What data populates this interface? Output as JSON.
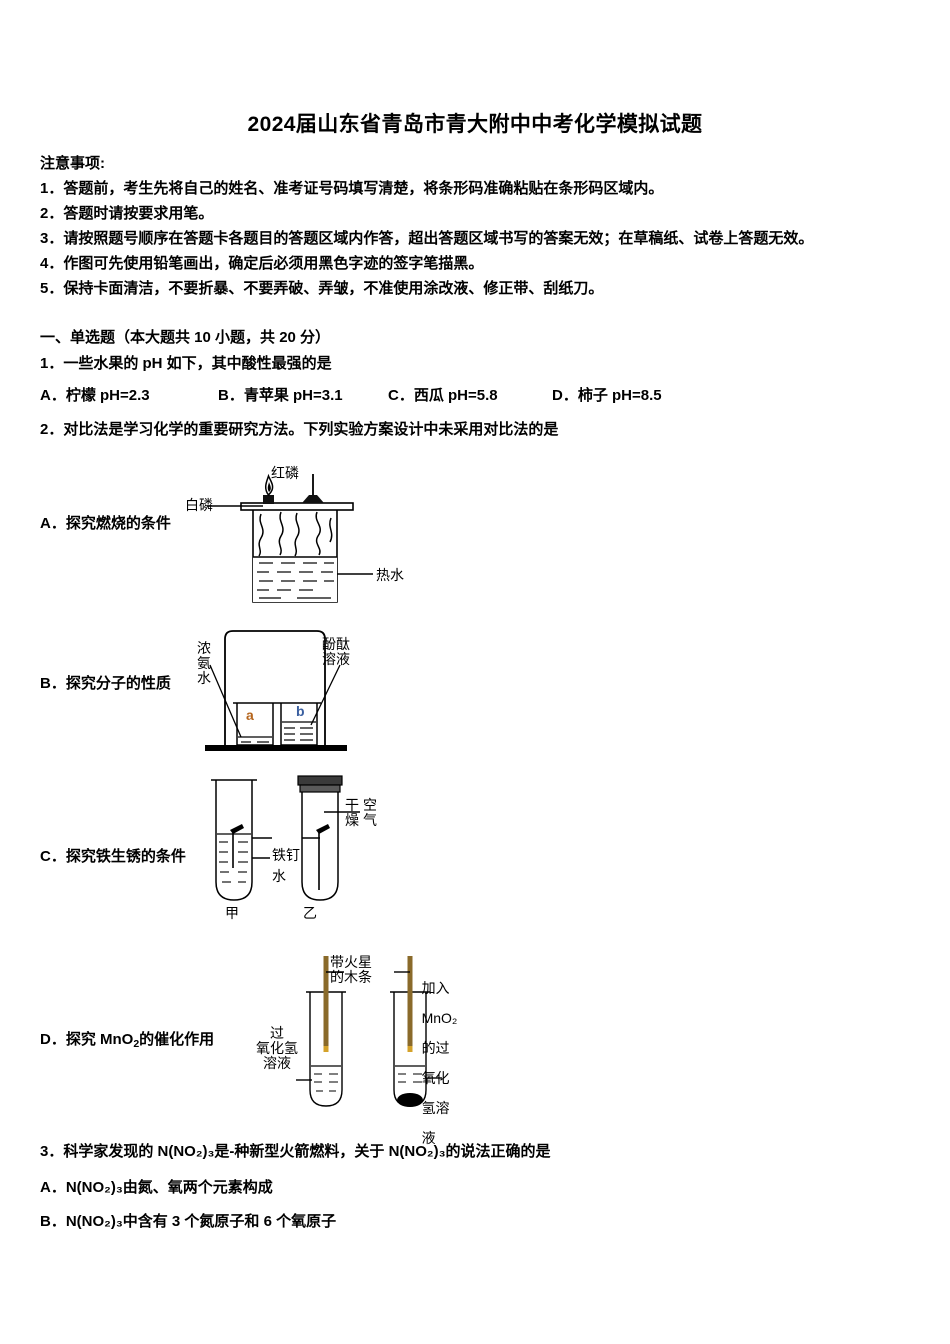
{
  "document": {
    "title": "2024届山东省青岛市青大附中中考化学模拟试题",
    "notice_heading": "注意事项:",
    "notices": [
      "1．答题前，考生先将自己的姓名、准考证号码填写清楚，将条形码准确粘贴在条形码区域内。",
      "2．答题时请按要求用笔。",
      "3．请按照题号顺序在答题卡各题目的答题区域内作答，超出答题区域书写的答案无效；在草稿纸、试卷上答题无效。",
      "4．作图可先使用铅笔画出，确定后必须用黑色字迹的签字笔描黑。",
      "5．保持卡面清洁，不要折暴、不要弄破、弄皱，不准使用涂改液、修正带、刮纸刀。"
    ]
  },
  "section": {
    "heading": "一、单选题（本大题共 10 小题，共 20 分）"
  },
  "q1": {
    "stem": "1．一些水果的 pH 如下，其中酸性最强的是",
    "options": [
      "A．柠檬 pH=2.3",
      "B．青苹果 pH=3.1",
      "C．西瓜 pH=5.8",
      "D．柿子 pH=8.5"
    ]
  },
  "q2": {
    "stem": "2．对比法是学习化学的重要研究方法。下列实验方案设计中未采用对比法的是",
    "choices": {
      "a_label": "A．探究燃烧的条件",
      "b_label": "B．探究分子的性质",
      "c_label": "C．探究铁生锈的条件",
      "d_label": "D．探究 MnO₂的催化作用"
    },
    "fig_a": {
      "white_phosphorus": "白磷",
      "red_phosphorus": "红磷",
      "hot_water": "热水"
    },
    "fig_b": {
      "ammonia": "浓\n氨\n水",
      "phenolphthalein": "酚酞\n溶液",
      "beaker_a": "a",
      "beaker_b": "b"
    },
    "fig_c": {
      "iron_nail": "铁钉",
      "water": "水",
      "dry": "干\n燥",
      "air": "空\n气",
      "tube_jia": "甲",
      "tube_yi": "乙"
    },
    "fig_d": {
      "glowing_splint": "带火星\n的木条",
      "hydrogen_peroxide": "过\n氧化氢\n溶液",
      "with_mno2_line1": "加入",
      "with_mno2_line2": "MnO₂",
      "with_mno2_line3": "的过",
      "with_mno2_line4": "氧化",
      "with_mno2_line5": "氢溶",
      "with_mno2_line6": "液"
    }
  },
  "q3": {
    "stem": "3．科学家发现的 N(NO₂)₃是-种新型火箭燃料，关于 N(NO₂)₃的说法正确的是",
    "options": [
      "A．N(NO₂)₃由氮、氧两个元素构成",
      "B．N(NO₂)₃中含有 3 个氮原子和 6 个氧原子"
    ]
  },
  "colors": {
    "ink": "#000000",
    "splint": "#8a6a2a",
    "beaker_letter": "#b5651d",
    "beaker_letter_b": "#3a5fa0"
  }
}
